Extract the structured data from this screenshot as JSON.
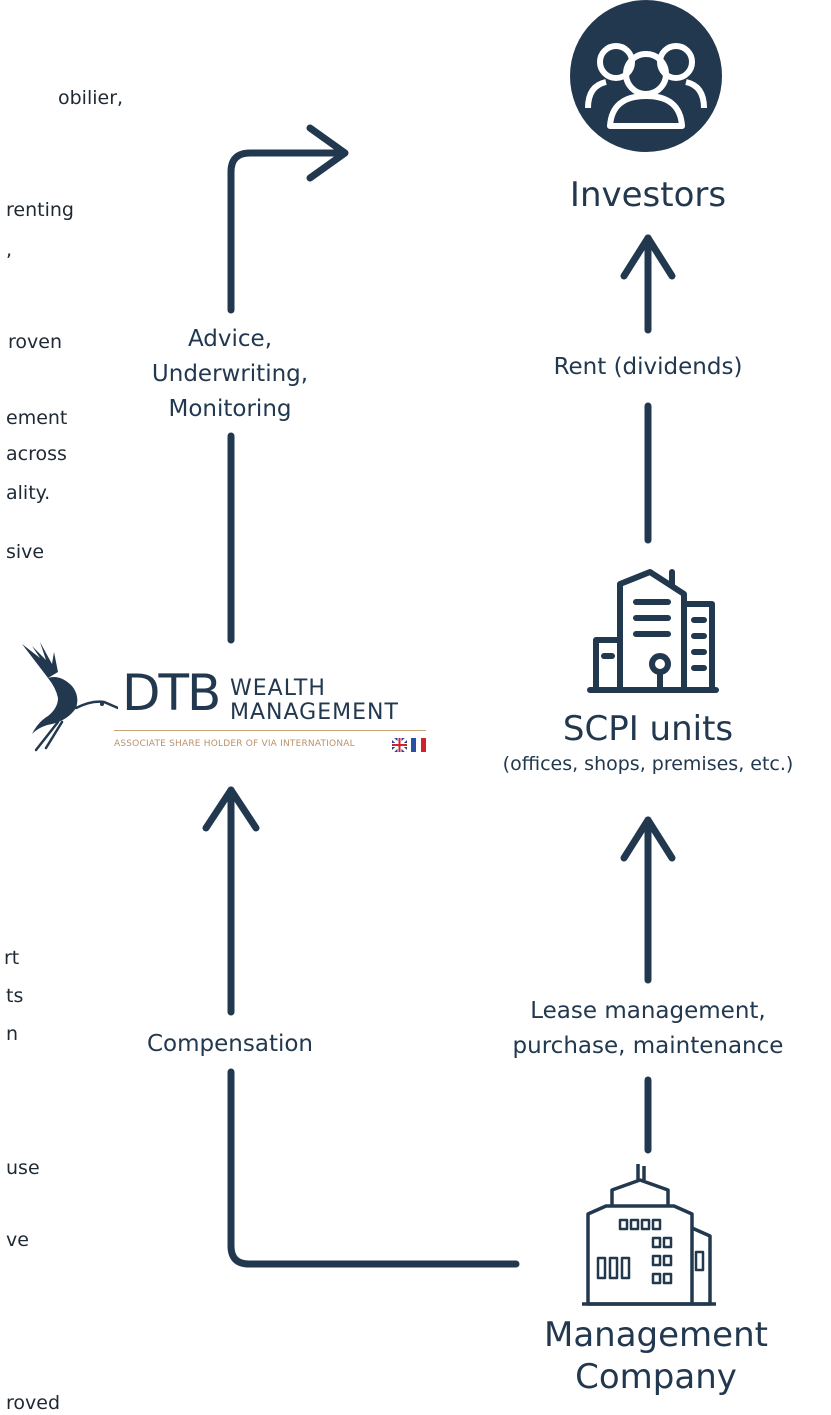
{
  "left_fragments": [
    "obilier,",
    "renting",
    ",",
    "roven",
    "ement",
    "across",
    "ality.",
    "sive",
    "rt",
    "ts",
    "n",
    "use",
    "ve",
    "roved"
  ],
  "nodes": {
    "investors": "Investors",
    "scpi_title": "SCPI units",
    "scpi_sub": "(offices, shops, premises, etc.)",
    "management_line1": "Management",
    "management_line2": "Company"
  },
  "edges": {
    "advice_line1": "Advice,",
    "advice_line2": "Underwriting,",
    "advice_line3": "Monitoring",
    "compensation": "Compensation",
    "rent": "Rent (dividends)",
    "lease_line1": "Lease management,",
    "lease_line2": "purchase, maintenance"
  },
  "logo": {
    "brand": "DTB",
    "line1": "WEALTH",
    "line2": "MANAGEMENT",
    "associate": "ASSOCIATE SHARE HOLDER OF VIA INTERNATIONAL"
  },
  "colors": {
    "primary": "#22384f",
    "gold": "#b8926c",
    "text": "#1e2933"
  }
}
